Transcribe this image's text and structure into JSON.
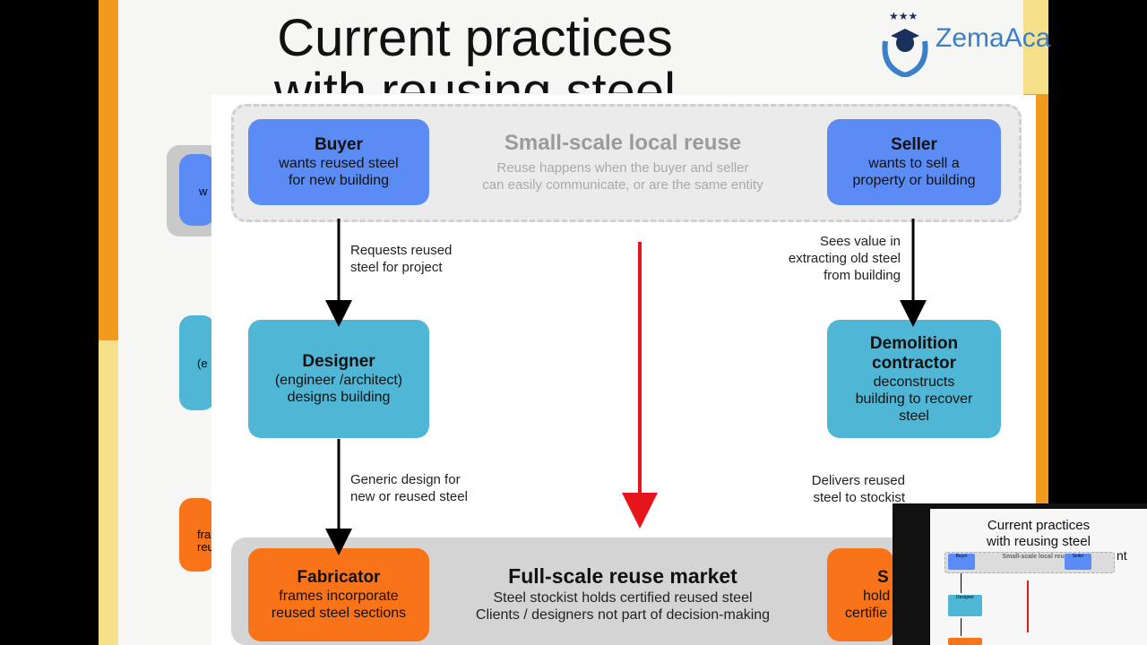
{
  "slide": {
    "title_line1": "Current practices",
    "title_line2": "with reusing steel"
  },
  "logo": {
    "text": "ZemaAca"
  },
  "diagram": {
    "small_scale": {
      "heading": "Small-scale local reuse",
      "desc_line1": "Reuse happens when the buyer and seller",
      "desc_line2": "can easily communicate, or are the same entity"
    },
    "buyer": {
      "title": "Buyer",
      "line1": "wants reused steel",
      "line2": "for new building"
    },
    "seller": {
      "title": "Seller",
      "line1": "wants to sell a",
      "line2": "property or building"
    },
    "designer": {
      "title": "Designer",
      "line1": "(engineer /architect)",
      "line2": "designs building"
    },
    "demolition": {
      "title1": "Demolition",
      "title2": "contractor",
      "line1": "deconstructs",
      "line2": "building to recover",
      "line3": "steel"
    },
    "fabricator": {
      "title": "Fabricator",
      "line1": "frames incorporate",
      "line2": "reused steel sections"
    },
    "full_scale": {
      "heading": "Full-scale reuse market",
      "desc_line1": "Steel stockist holds certified reused steel",
      "desc_line2": "Clients / designers not part of decision-making"
    },
    "stockist_partial": {
      "title": "S",
      "line1": "hold",
      "line2": "certifie"
    },
    "edges": {
      "buyer_designer_1": "Requests reused",
      "buyer_designer_2": "steel for project",
      "designer_fabricator_1": "Generic design for",
      "designer_fabricator_2": "new or reused steel",
      "seller_demolition_1": "Sees value in",
      "seller_demolition_2": "extracting old steel",
      "seller_demolition_3": "from building",
      "demolition_stockist_1": "Delivers reused",
      "demolition_stockist_2": "steel to stockist"
    }
  },
  "ghost_labels": {
    "g1": "w",
    "g2": "(e",
    "g3": "fra",
    "g4": "reu"
  },
  "pip": {
    "title_line1": "Current practices",
    "title_line2": "with reusing steel",
    "overflow": "nt",
    "small_scale": "Small-scale local reuse",
    "buyer": "Buyer",
    "seller": "Seller",
    "designer": "Designer"
  }
}
